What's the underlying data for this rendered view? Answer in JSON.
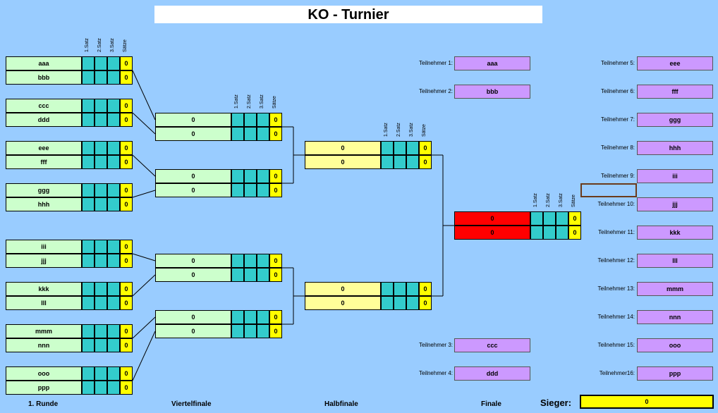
{
  "title": "KO - Turnier",
  "headers": [
    "1.Satz",
    "2.Satz",
    "3.Satz",
    "Sätze"
  ],
  "colors": {
    "background": "#99ccff",
    "round1_name": "#ccffcc",
    "quarter_name": "#ccffcc",
    "semi_name": "#ffff99",
    "final_name": "#ff0000",
    "set_cell": "#33cccc",
    "sum_cell": "#ffff00",
    "participant_box": "#cc99ff"
  },
  "round1": [
    {
      "p1": "aaa",
      "s1": "0",
      "p2": "bbb",
      "s2": "0"
    },
    {
      "p1": "ccc",
      "s1": "0",
      "p2": "ddd",
      "s2": "0"
    },
    {
      "p1": "eee",
      "s1": "0",
      "p2": "fff",
      "s2": "0"
    },
    {
      "p1": "ggg",
      "s1": "0",
      "p2": "hhh",
      "s2": "0"
    },
    {
      "p1": "iii",
      "s1": "0",
      "p2": "jjj",
      "s2": "0"
    },
    {
      "p1": "kkk",
      "s1": "0",
      "p2": "lll",
      "s2": "0"
    },
    {
      "p1": "mmm",
      "s1": "0",
      "p2": "nnn",
      "s2": "0"
    },
    {
      "p1": "ooo",
      "s1": "0",
      "p2": "ppp",
      "s2": "0"
    }
  ],
  "quarter": [
    {
      "p1": "0",
      "s1": "0",
      "p2": "0",
      "s2": "0"
    },
    {
      "p1": "0",
      "s1": "0",
      "p2": "0",
      "s2": "0"
    },
    {
      "p1": "0",
      "s1": "0",
      "p2": "0",
      "s2": "0"
    },
    {
      "p1": "0",
      "s1": "0",
      "p2": "0",
      "s2": "0"
    }
  ],
  "semi": [
    {
      "p1": "0",
      "s1": "0",
      "p2": "0",
      "s2": "0"
    },
    {
      "p1": "0",
      "s1": "0",
      "p2": "0",
      "s2": "0"
    }
  ],
  "final": {
    "p1": "0",
    "s1": "0",
    "p2": "0",
    "s2": "0"
  },
  "participants_mid": [
    {
      "label": "Teilnehmer 1:",
      "name": "aaa"
    },
    {
      "label": "Teilnehmer 2:",
      "name": "bbb"
    },
    {
      "label": "Teilnehmer 3:",
      "name": "ccc"
    },
    {
      "label": "Teilnehmer 4:",
      "name": "ddd"
    }
  ],
  "participants_right": [
    {
      "label": "Teilnehmer 5:",
      "name": "eee"
    },
    {
      "label": "Teilnehmer 6:",
      "name": "fff"
    },
    {
      "label": "Teilnehmer 7:",
      "name": "ggg"
    },
    {
      "label": "Teilnehmer 8:",
      "name": "hhh"
    },
    {
      "label": "Teilnehmer 9:",
      "name": "iii"
    },
    {
      "label": "Teilnehmer 10:",
      "name": "jjj"
    },
    {
      "label": "Teilnehmer 11:",
      "name": "kkk"
    },
    {
      "label": "Teilnehmer 12:",
      "name": "lll"
    },
    {
      "label": "Teilnehmer 13:",
      "name": "mmm"
    },
    {
      "label": "Teilnehmer 14:",
      "name": "nnn"
    },
    {
      "label": "Teilnehmer 15:",
      "name": "ooo"
    },
    {
      "label": "Teilnehmer16:",
      "name": "ppp"
    }
  ],
  "rounds": {
    "r1": "1. Runde",
    "quarter": "Viertelfinale",
    "semi": "Halbfinale",
    "final": "Finale"
  },
  "winner": {
    "label": "Sieger:",
    "value": "0"
  }
}
